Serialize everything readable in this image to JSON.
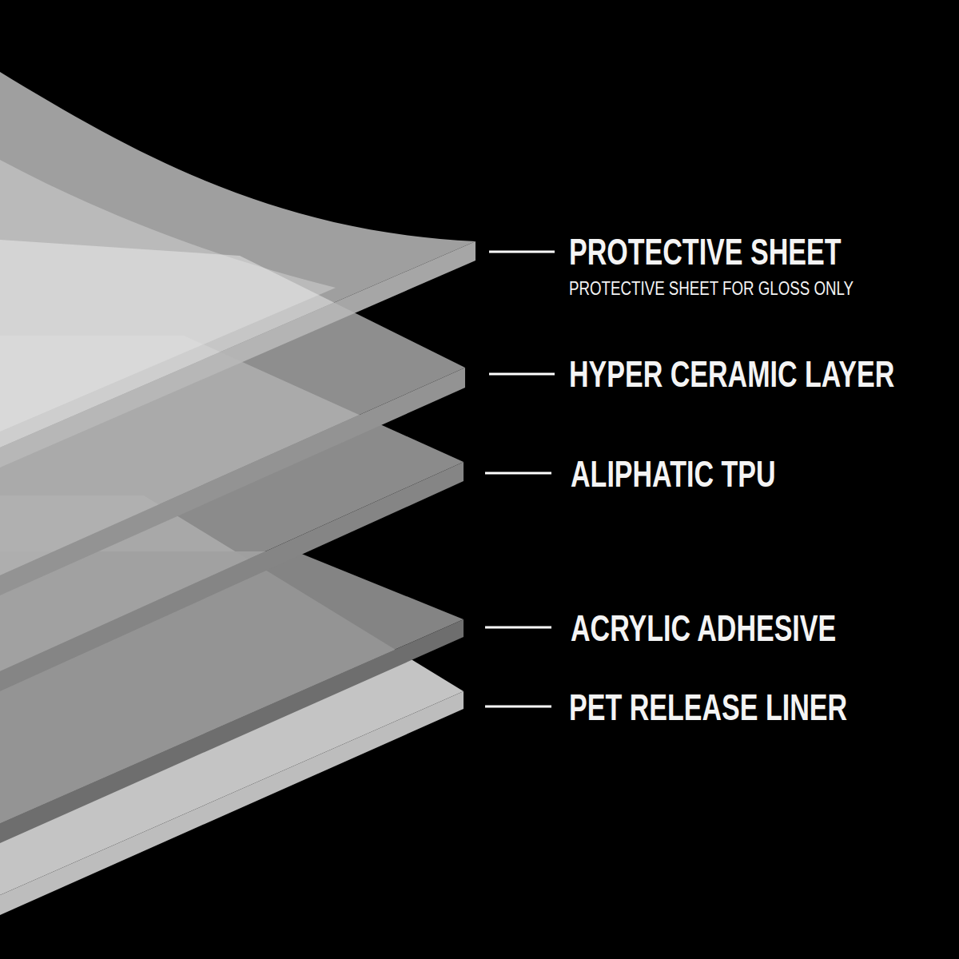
{
  "diagram": {
    "labels": [
      "PROTECTIVE SHEET",
      "PROTECTIVE SHEET FOR GLOSS ONLY",
      "HYPER CERAMIC LAYER",
      "ALIPHATIC TPU",
      "ACRYLIC ADHESIVE",
      "PET RELEASE LINER"
    ]
  }
}
